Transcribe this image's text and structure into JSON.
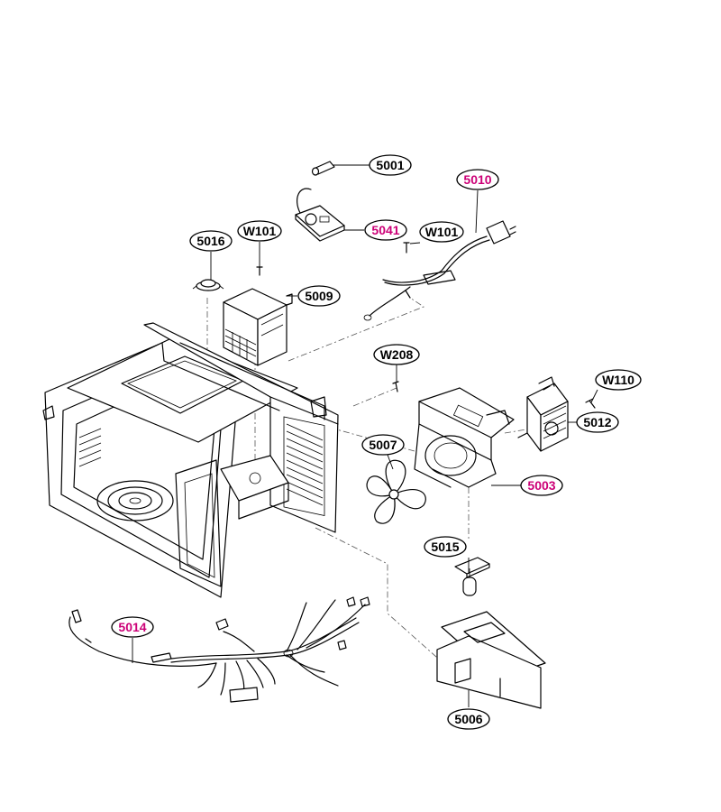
{
  "colors": {
    "standard": "#000000",
    "highlight": "#cc0077"
  },
  "callouts": [
    {
      "id": "c5001",
      "label": "5001",
      "highlight": false
    },
    {
      "id": "c5010",
      "label": "5010",
      "highlight": true
    },
    {
      "id": "c5041",
      "label": "5041",
      "highlight": true
    },
    {
      "id": "c5016",
      "label": "5016",
      "highlight": false
    },
    {
      "id": "cW101a",
      "label": "W101",
      "highlight": false
    },
    {
      "id": "cW101b",
      "label": "W101",
      "highlight": false
    },
    {
      "id": "c5009",
      "label": "5009",
      "highlight": false
    },
    {
      "id": "cW208",
      "label": "W208",
      "highlight": false
    },
    {
      "id": "cW110",
      "label": "W110",
      "highlight": false
    },
    {
      "id": "c5012",
      "label": "5012",
      "highlight": false
    },
    {
      "id": "c5007",
      "label": "5007",
      "highlight": false
    },
    {
      "id": "c5003",
      "label": "5003",
      "highlight": true
    },
    {
      "id": "c5015",
      "label": "5015",
      "highlight": false
    },
    {
      "id": "c5014",
      "label": "5014",
      "highlight": true
    },
    {
      "id": "c5006",
      "label": "5006",
      "highlight": false
    }
  ]
}
